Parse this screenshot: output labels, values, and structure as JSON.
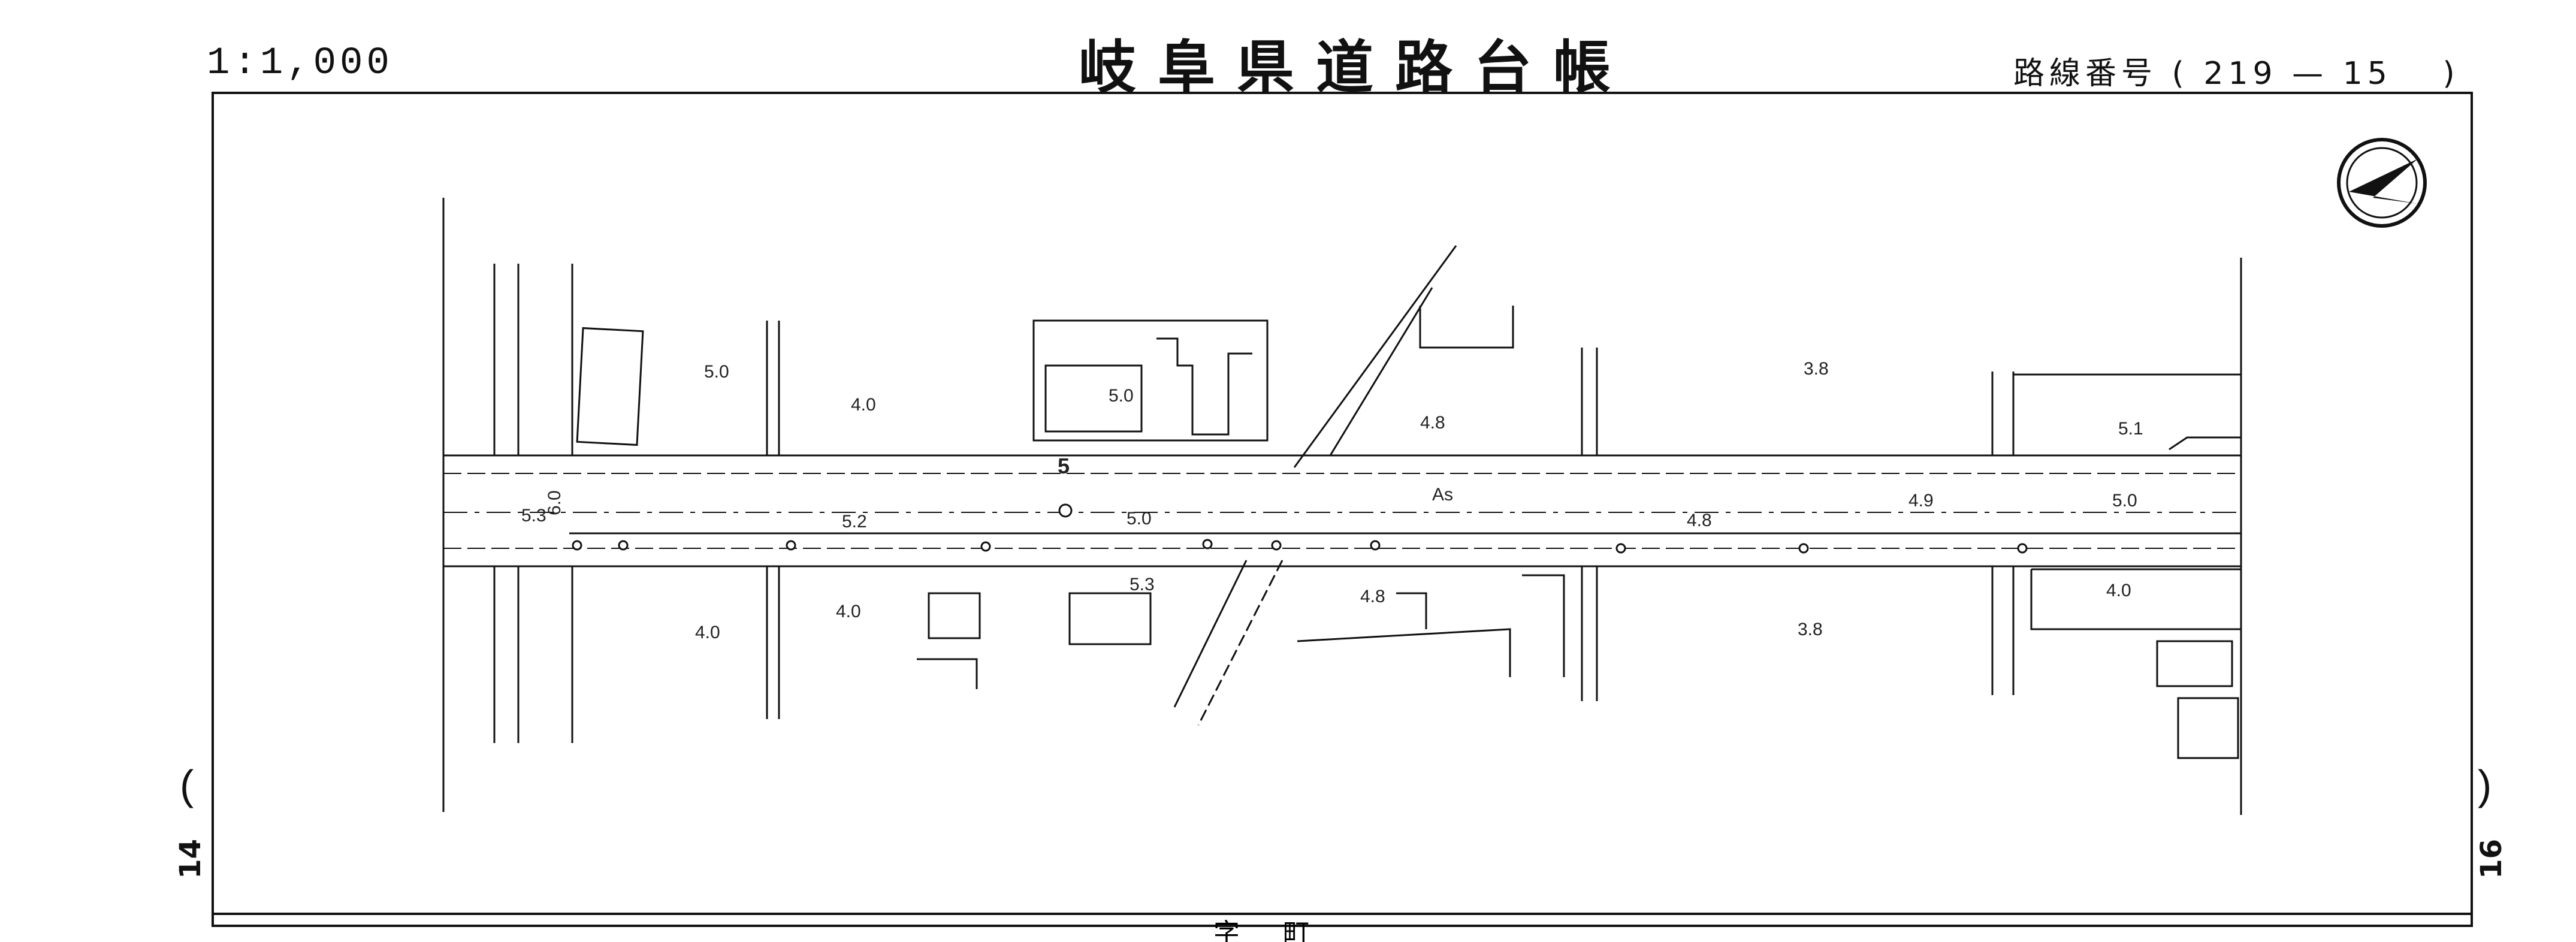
{
  "header": {
    "scale": "1:1,000",
    "title": "岐阜県道路台帳",
    "route_label": "路線番号",
    "route_number": "219",
    "route_dash": "—",
    "sheet_number": "15"
  },
  "side_numbers": {
    "left": "14",
    "right": "16"
  },
  "bottom_label": "字 　 町",
  "map": {
    "road_surface": "As",
    "route_marker": "5",
    "elevations": [
      {
        "id": "e1",
        "text": "5.0"
      },
      {
        "id": "e2",
        "text": "4.0"
      },
      {
        "id": "e3",
        "text": "5.0"
      },
      {
        "id": "e4",
        "text": "4.8"
      },
      {
        "id": "e5",
        "text": "3.8"
      },
      {
        "id": "e6",
        "text": "5.1"
      },
      {
        "id": "e7",
        "text": "5.3"
      },
      {
        "id": "e8",
        "text": "6.0"
      },
      {
        "id": "e9",
        "text": "5.2"
      },
      {
        "id": "e10",
        "text": "5.0"
      },
      {
        "id": "e11",
        "text": "4.8"
      },
      {
        "id": "e12",
        "text": "4.9"
      },
      {
        "id": "e13",
        "text": "5.0"
      },
      {
        "id": "e14",
        "text": "5.3"
      },
      {
        "id": "e15",
        "text": "4.8"
      },
      {
        "id": "e16",
        "text": "4.0"
      },
      {
        "id": "e17",
        "text": "4.0"
      },
      {
        "id": "e18",
        "text": "3.8"
      },
      {
        "id": "e19",
        "text": "4.0"
      }
    ]
  }
}
